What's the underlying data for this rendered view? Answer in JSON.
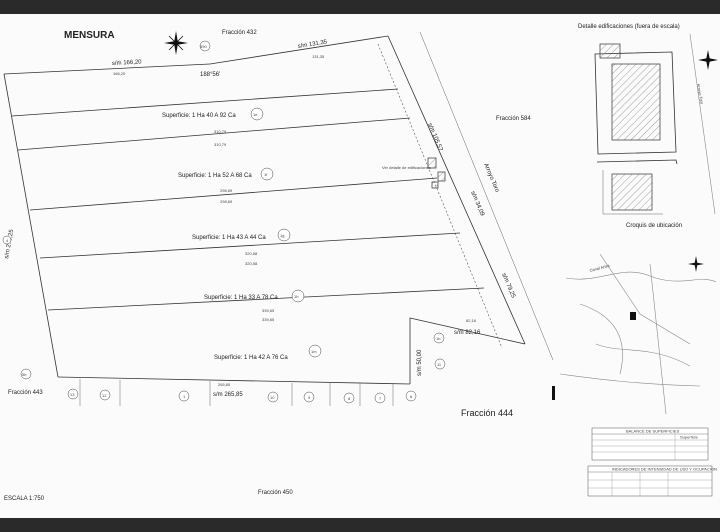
{
  "plan": {
    "title": "MENSURA",
    "scale": "ESCALA 1:750",
    "north_marker": "N",
    "parcels": {
      "top": "Fracción 432",
      "right": "Fracción 584",
      "bottom": "Fracción 450",
      "bottom_right": "Fracción 444",
      "left": "Fracción 443"
    },
    "top_measure_left": "s/m 166,20",
    "top_measure_left_small": "166,20",
    "top_measure_right": "s/m 131,35",
    "top_measure_right_small": "131,35",
    "top_angle": "188°56'",
    "left_measure": "s/m 279,25",
    "right_measure_1": "s/m 105,57",
    "right_measure_2": "s/m 34,09",
    "right_measure_3": "s/m 79,25",
    "inner_measure": "s/m 82,16",
    "inner_measure_small": "82,16",
    "inner_vertical": "s/m 50,00",
    "bottom_measure": "s/m 265,85",
    "bottom_measure_small": "265,85",
    "road_label": "Arroyo Toro",
    "edif_note": "Ver detalle de edificaciones",
    "lots": [
      {
        "surface": "Superficie: 1 Ha  40 A  92 Ca",
        "id": "1e",
        "dim_a": "310,79",
        "dim_b": "310,79"
      },
      {
        "surface": "Superficie: 1 Ha  52 A  68 Ca",
        "id": "1f",
        "dim_a": "298,69",
        "dim_b": "298,69"
      },
      {
        "surface": "Superficie: 1 Ha  43 A  44 Ca",
        "id": "1g",
        "dim_a": "320,58",
        "dim_b": "320,58"
      },
      {
        "surface": "Superficie: 1 Ha  33 A  78 Ca",
        "id": "1h",
        "dim_a": "339,65",
        "dim_b": "339,65"
      },
      {
        "surface": "Superficie: 1 Ha  42 A  76 Ca",
        "id": "1m",
        "dim_a": "",
        "dim_b": ""
      }
    ],
    "small_lots": [
      "1b",
      "11"
    ],
    "bottom_numbers": [
      "13",
      "12",
      "1",
      "10",
      "9",
      "8",
      "7",
      "6"
    ],
    "side_lots": [
      "590",
      "4",
      "5b"
    ]
  },
  "detail": {
    "title": "Detalle edificaciones (fuera de escala)",
    "road_label": "Arroyo Toro"
  },
  "location": {
    "title": "Croquis de ubicación",
    "road_a": "Canal Arias"
  },
  "tables": {
    "balance_title": "BALANCE DE SUPERFICIES",
    "balance_col": "Superficie",
    "indicadores_title": "INDICADORES DE INTENSIDAD DE USO Y OCUPACION"
  }
}
